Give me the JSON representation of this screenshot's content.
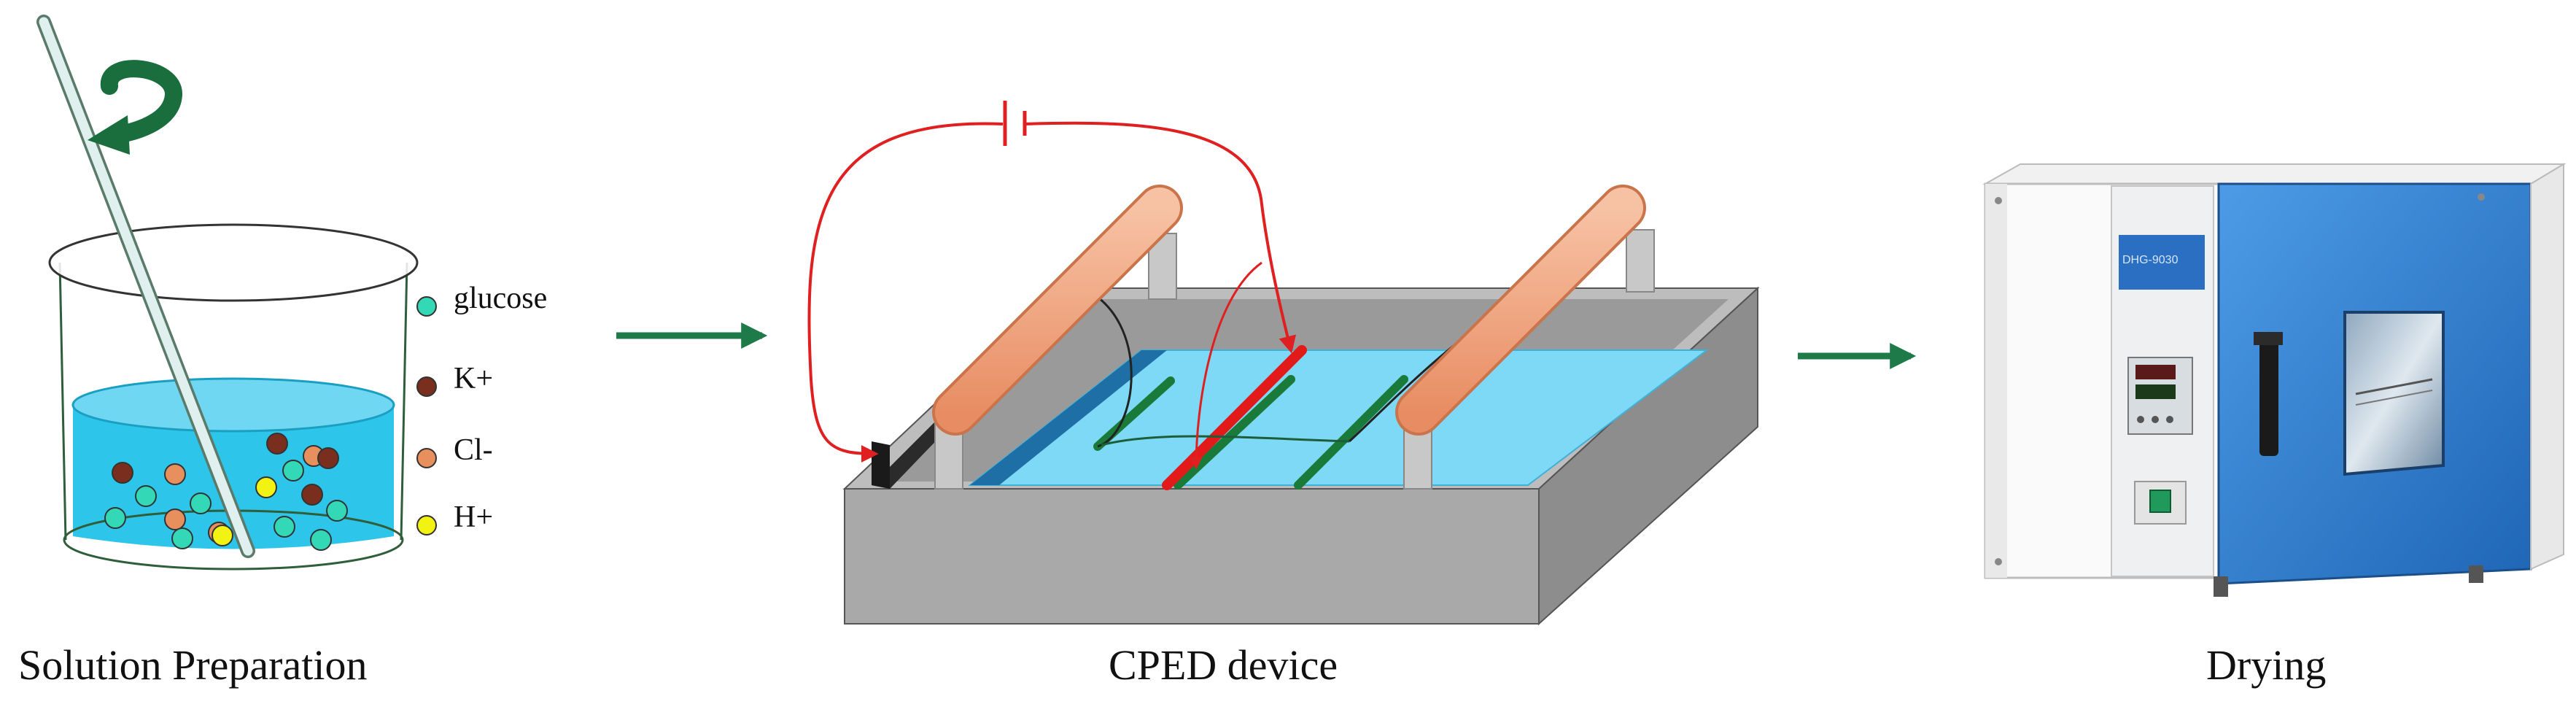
{
  "stages": [
    {
      "caption": "Solution Preparation"
    },
    {
      "caption": "CPED device"
    },
    {
      "caption": "Drying"
    }
  ],
  "legend": [
    {
      "label": "glucose",
      "color": "#33d9b6"
    },
    {
      "label": "K+",
      "color": "#7a2e1e"
    },
    {
      "label": "Cl-",
      "color": "#e88f5e"
    },
    {
      "label": "H+",
      "color": "#f2f213"
    }
  ],
  "oven_display_label": "DHG-9030",
  "colors": {
    "arrow": "#1e7a48",
    "solution": "#2ec5ea",
    "water": "#7dd9f5",
    "electrode_active": "#e21a1a",
    "electrode": "#1a7a3a",
    "roller": "#f2a57e",
    "tray": "#a5a5a5",
    "oven_door": "#2a7fd4",
    "wire": "#e02020"
  }
}
